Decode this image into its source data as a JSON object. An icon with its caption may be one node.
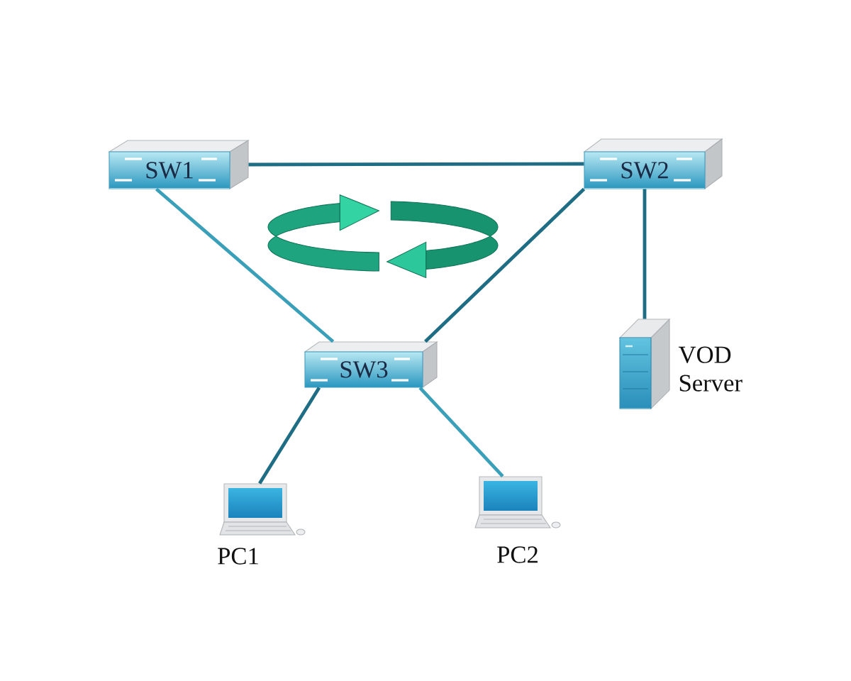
{
  "diagram": {
    "nodes": [
      {
        "text": [
          "SW1"
        ]
      },
      {
        "text": [
          "SW2"
        ]
      },
      {
        "text": [
          "SW3"
        ]
      },
      {
        "text": [],
        "shape": "picture",
        "beside": [
          "VOD Server"
        ]
      },
      {
        "text": [],
        "shape": "picture",
        "beside": [
          "PC1"
        ]
      },
      {
        "text": [],
        "shape": "picture",
        "beside": [
          "PC2"
        ]
      }
    ],
    "edges": [
      {
        "from": 0,
        "to": 1,
        "arrow": "none"
      },
      {
        "from": 0,
        "to": 2,
        "arrow": "none",
        "color": "#3a9fb8"
      },
      {
        "from": 1,
        "to": 2,
        "arrow": "none"
      },
      {
        "from": 1,
        "to": 3,
        "arrow": "none"
      },
      {
        "from": 2,
        "to": 4,
        "arrow": "none"
      },
      {
        "from": 2,
        "to": 5,
        "arrow": "none",
        "color": "#3a9fb8"
      }
    ]
  }
}
